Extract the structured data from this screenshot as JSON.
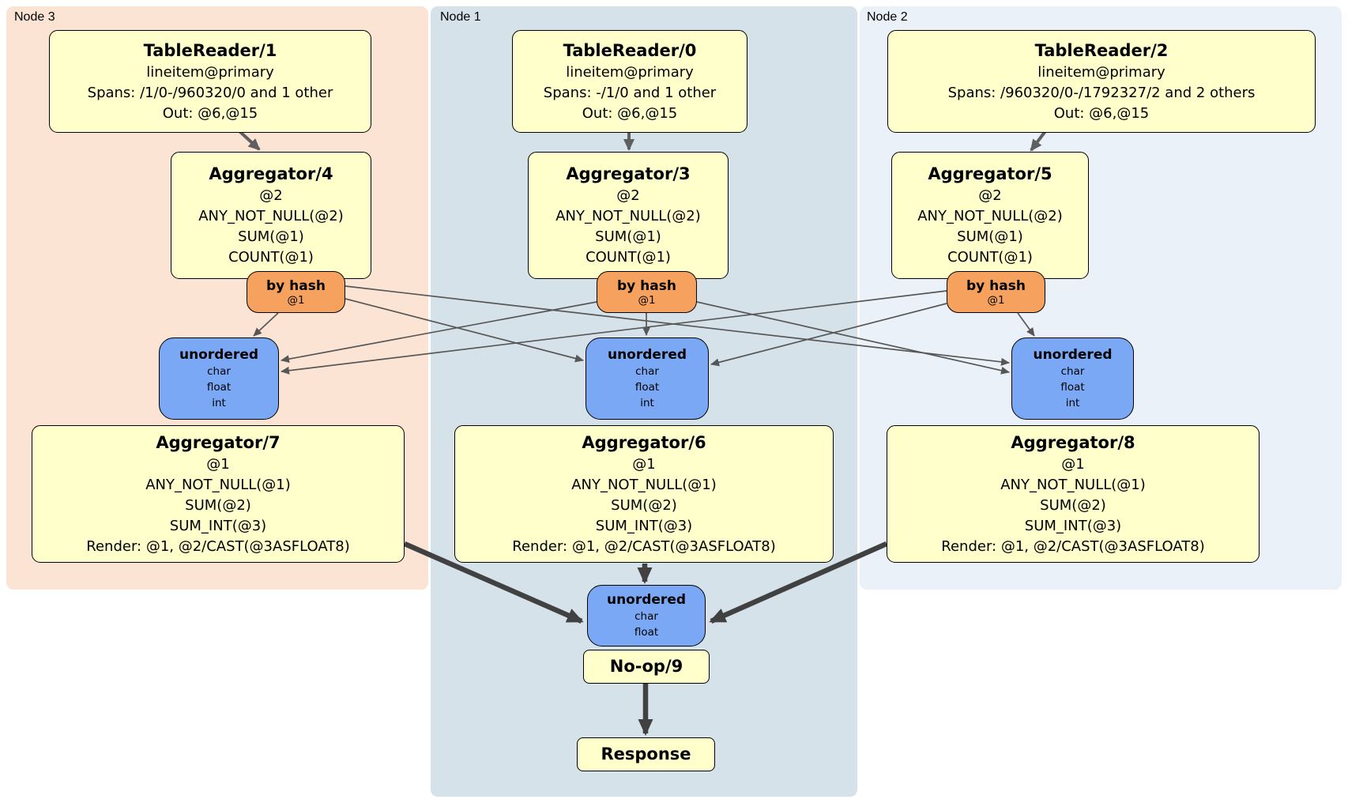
{
  "regions": [
    {
      "label": "Node 3"
    },
    {
      "label": "Node 1"
    },
    {
      "label": "Node 2"
    }
  ],
  "processors": {
    "tr1": {
      "title": "TableReader/1",
      "lines": [
        "lineitem@primary",
        "Spans: /1/0-/960320/0 and 1 other",
        "Out: @6,@15"
      ]
    },
    "tr0": {
      "title": "TableReader/0",
      "lines": [
        "lineitem@primary",
        "Spans: -/1/0 and 1 other",
        "Out: @6,@15"
      ]
    },
    "tr2": {
      "title": "TableReader/2",
      "lines": [
        "lineitem@primary",
        "Spans: /960320/0-/1792327/2 and 2 others",
        "Out: @6,@15"
      ]
    },
    "agg4": {
      "title": "Aggregator/4",
      "lines": [
        "@2",
        "ANY_NOT_NULL(@2)",
        "SUM(@1)",
        "COUNT(@1)"
      ]
    },
    "agg3": {
      "title": "Aggregator/3",
      "lines": [
        "@2",
        "ANY_NOT_NULL(@2)",
        "SUM(@1)",
        "COUNT(@1)"
      ]
    },
    "agg5": {
      "title": "Aggregator/5",
      "lines": [
        "@2",
        "ANY_NOT_NULL(@2)",
        "SUM(@1)",
        "COUNT(@1)"
      ]
    },
    "agg7": {
      "title": "Aggregator/7",
      "lines": [
        "@1",
        "ANY_NOT_NULL(@1)",
        "SUM(@2)",
        "SUM_INT(@3)",
        "Render: @1, @2/CAST(@3ASFLOAT8)"
      ]
    },
    "agg6": {
      "title": "Aggregator/6",
      "lines": [
        "@1",
        "ANY_NOT_NULL(@1)",
        "SUM(@2)",
        "SUM_INT(@3)",
        "Render: @1, @2/CAST(@3ASFLOAT8)"
      ]
    },
    "agg8": {
      "title": "Aggregator/8",
      "lines": [
        "@1",
        "ANY_NOT_NULL(@1)",
        "SUM(@2)",
        "SUM_INT(@3)",
        "Render: @1, @2/CAST(@3ASFLOAT8)"
      ]
    },
    "noop": {
      "title": "No-op/9"
    },
    "response": {
      "title": "Response"
    }
  },
  "routers": {
    "hash3": {
      "title": "by hash",
      "detail": "@1"
    },
    "hash1": {
      "title": "by hash",
      "detail": "@1"
    },
    "hash2": {
      "title": "by hash",
      "detail": "@1"
    }
  },
  "syncs": {
    "un3": {
      "title": "unordered",
      "items": [
        "char",
        "float",
        "int"
      ]
    },
    "un1": {
      "title": "unordered",
      "items": [
        "char",
        "float",
        "int"
      ]
    },
    "un2": {
      "title": "unordered",
      "items": [
        "char",
        "float",
        "int"
      ]
    },
    "unFinal": {
      "title": "unordered",
      "items": [
        "char",
        "float"
      ]
    }
  },
  "colors": {
    "region_node3": "#fce4d4",
    "region_node1": "#d5e2e9",
    "region_node2": "#eaf1f8",
    "processor_fill": "#ffffcc",
    "router_fill": "#f6a25e",
    "sync_fill": "#7aa8f5",
    "edge_thin": "#575757",
    "edge_mid": "#5f5f5f",
    "edge_thick": "#414141"
  }
}
